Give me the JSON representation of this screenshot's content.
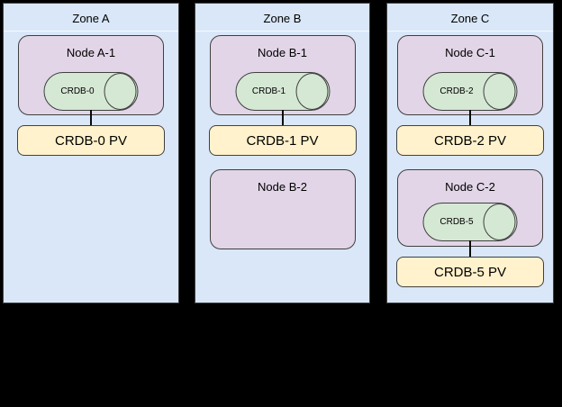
{
  "colors": {
    "canvas_bg": "#000000",
    "zone_fill": "#d9e7f8",
    "node_fill": "#e1d5e7",
    "db_fill": "#d5e8d4",
    "pv_fill": "#fff2cc",
    "shape_stroke": "#404040",
    "connector_color": "#0a0a0a",
    "separator_color": "#ffffff",
    "text_color": "#000000"
  },
  "zones": [
    {
      "label": "Zone A",
      "nodes": [
        {
          "label": "Node A-1",
          "db_label": "CRDB-0",
          "pv_label": "CRDB-0 PV"
        }
      ]
    },
    {
      "label": "Zone B",
      "nodes": [
        {
          "label": "Node B-1",
          "db_label": "CRDB-1",
          "pv_label": "CRDB-1 PV"
        },
        {
          "label": "Node B-2"
        }
      ]
    },
    {
      "label": "Zone C",
      "nodes": [
        {
          "label": "Node C-1",
          "db_label": "CRDB-2",
          "pv_label": "CRDB-2 PV"
        },
        {
          "label": "Node C-2",
          "db_label": "CRDB-5",
          "pv_label": "CRDB-5 PV"
        }
      ]
    }
  ]
}
